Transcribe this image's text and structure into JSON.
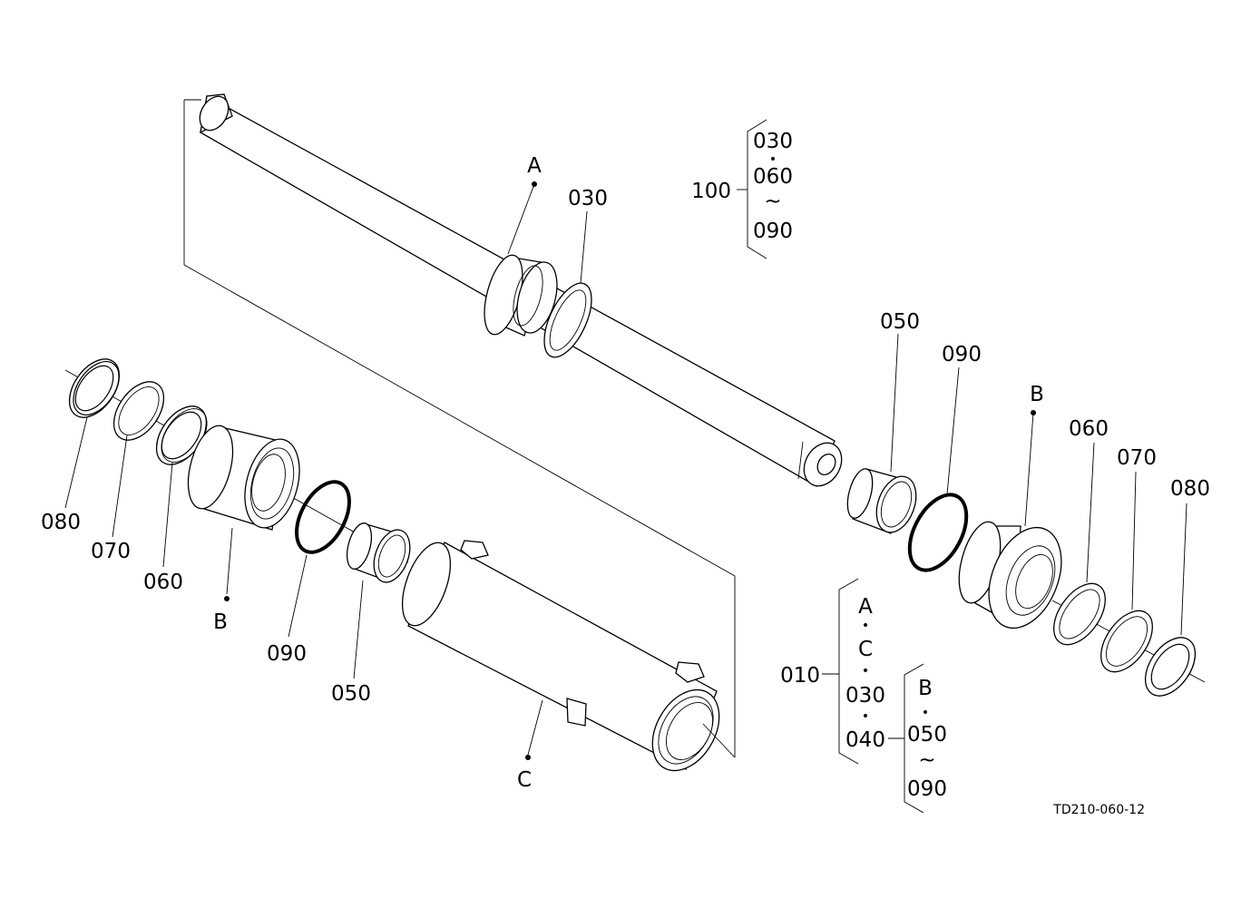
{
  "figure_id": "TD210-060-12",
  "callouts": {
    "a_top": "A",
    "p030_top": "030",
    "p050_right": "050",
    "p090_right": "090",
    "b_right": "B",
    "p060_right": "060",
    "p070_right": "070",
    "p080_right": "080",
    "p080_left": "080",
    "p070_left": "070",
    "p060_left": "060",
    "b_left": "B",
    "p090_left": "090",
    "p050_left": "050",
    "c_bottom": "C"
  },
  "kit_100": {
    "parent": "100",
    "items": [
      "030",
      "•",
      "060",
      "~",
      "090"
    ]
  },
  "kit_010": {
    "parent": "010",
    "items": [
      "A",
      "•",
      "C",
      "•",
      "030",
      "•",
      "040"
    ]
  },
  "kit_040": {
    "items": [
      "B",
      "•",
      "050",
      "~",
      "090"
    ]
  }
}
